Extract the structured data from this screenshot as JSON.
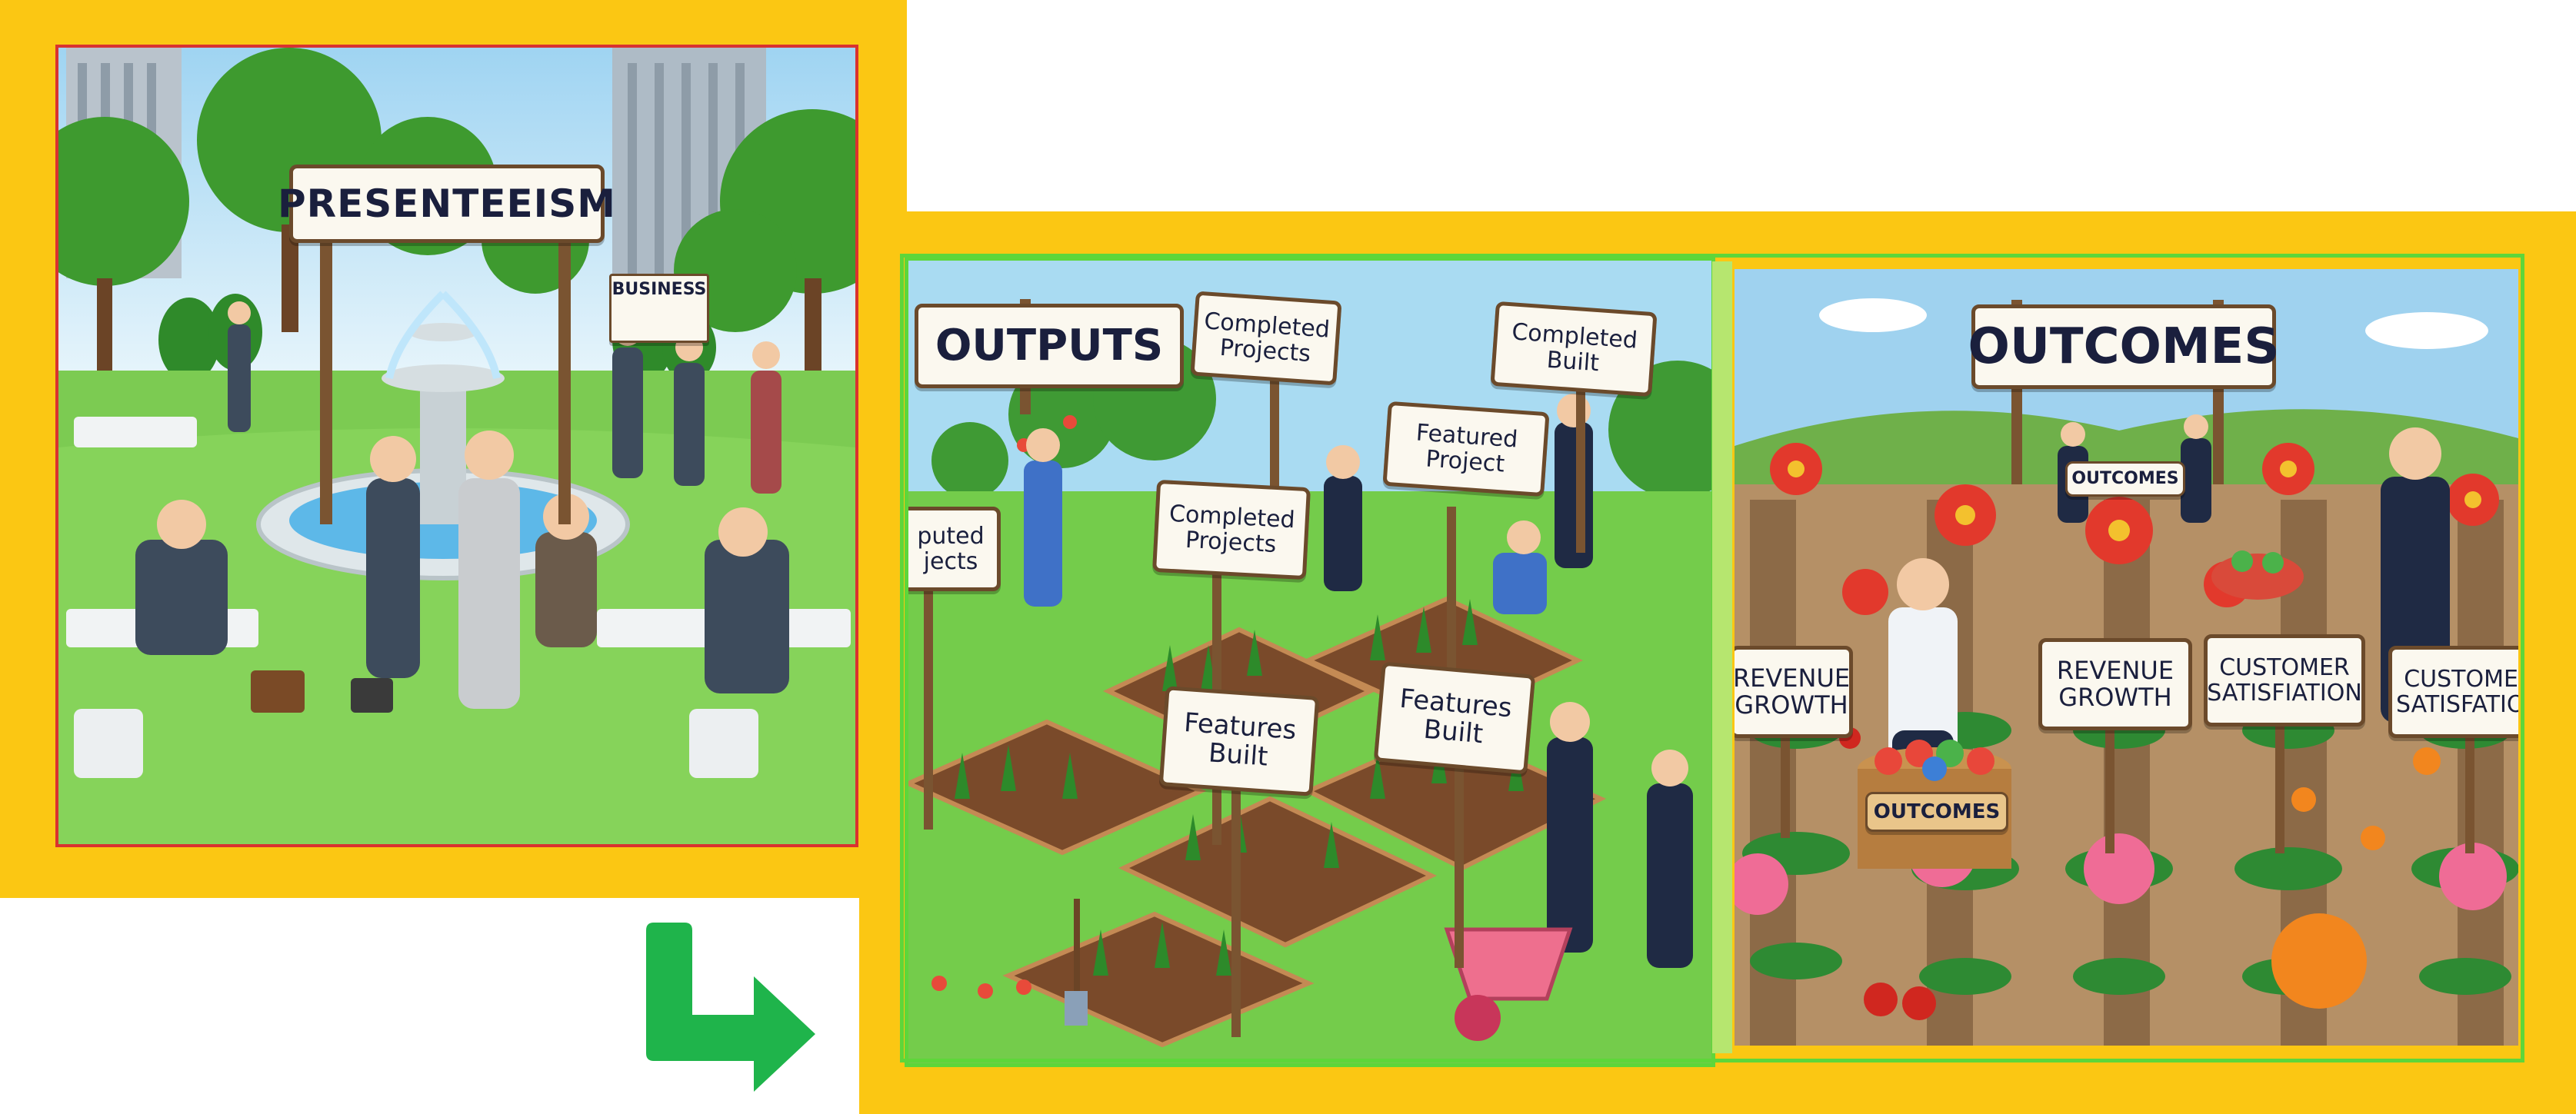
{
  "colors": {
    "frame_yellow": "#FBC713",
    "inner_border_green": "#5ed63a",
    "arrow_green": "#1fb44b",
    "grass": "#6fcf4a",
    "soil": "#7a4a2a"
  },
  "panel1": {
    "sign_title": "PRESENTEEISM",
    "board_text": "BUSINESS"
  },
  "panel2": {
    "sign_title": "OUTPUTS",
    "signs": [
      "Completed Projects",
      "Completed Built",
      "Featured Project",
      "Completed Projects",
      "puted jects",
      "Features Built",
      "Features Built"
    ]
  },
  "panel3": {
    "sign_title": "OUTCOMES",
    "small_sign": "OUTCOMES",
    "basket_label": "OUTCOMES",
    "signs": [
      "REVENUE GROWTH",
      "REVENUE GROWTH",
      "CUSTOMER SATISFIATION",
      "CUSTOMER SATISFATION"
    ]
  },
  "arrow": {
    "icon": "right-turn-arrow-icon"
  }
}
